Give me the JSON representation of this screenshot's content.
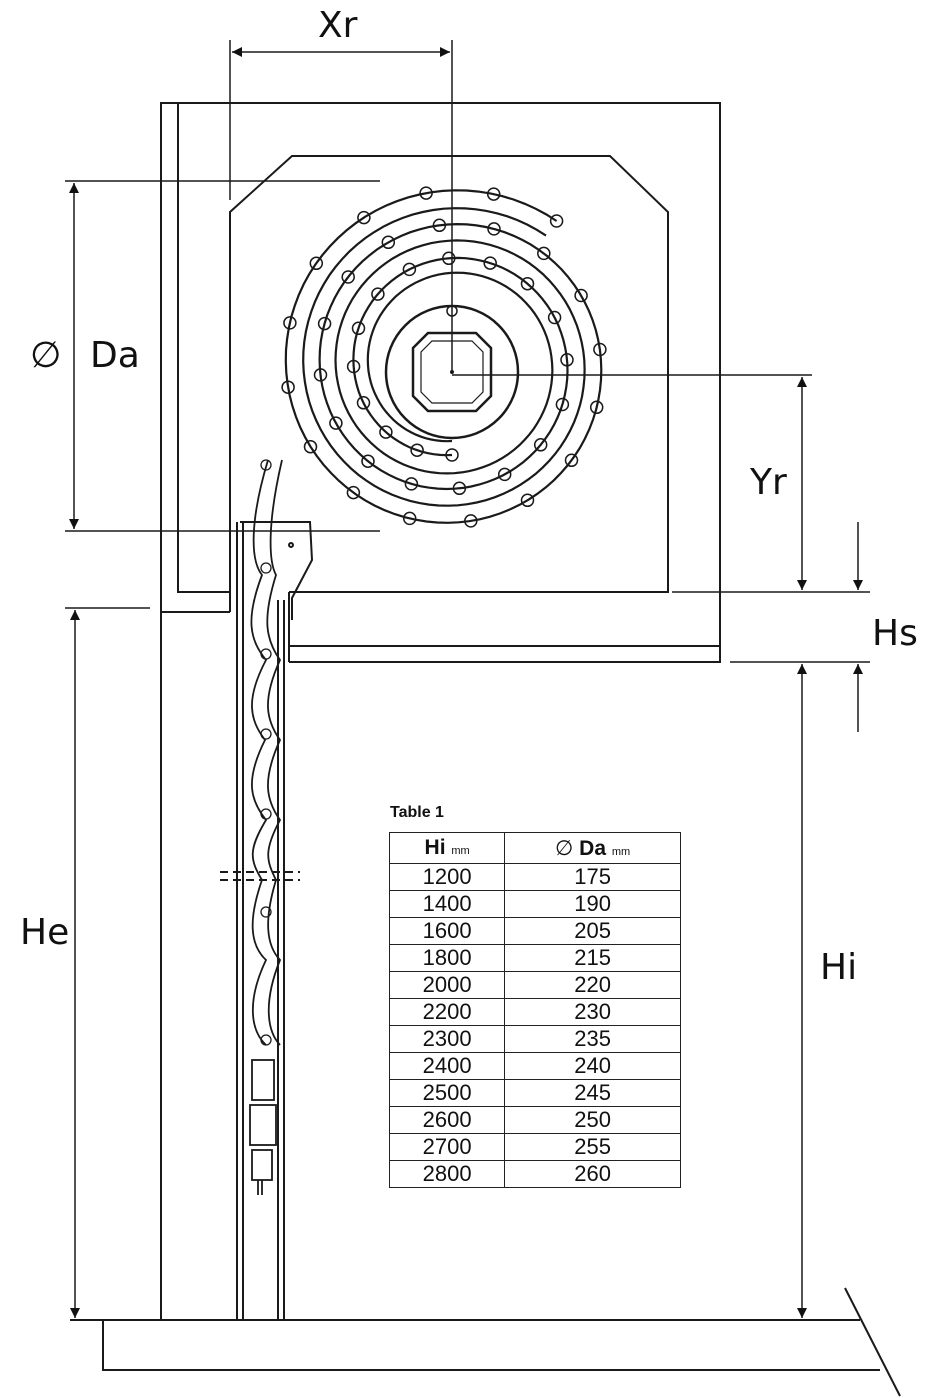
{
  "labels": {
    "xr": "Xr",
    "da_symbol": "∅",
    "da": "Da",
    "yr": "Yr",
    "hs": "Hs",
    "he": "He",
    "hi": "Hi"
  },
  "table": {
    "caption": "Table 1",
    "col1_symbol": "",
    "col1_main": "Hi",
    "col1_unit": "mm",
    "col2_symbol": "∅",
    "col2_main": "Da",
    "col2_unit": "mm",
    "rows": [
      [
        "1200",
        "175"
      ],
      [
        "1400",
        "190"
      ],
      [
        "1600",
        "205"
      ],
      [
        "1800",
        "215"
      ],
      [
        "2000",
        "220"
      ],
      [
        "2200",
        "230"
      ],
      [
        "2300",
        "235"
      ],
      [
        "2400",
        "240"
      ],
      [
        "2500",
        "245"
      ],
      [
        "2600",
        "250"
      ],
      [
        "2700",
        "255"
      ],
      [
        "2800",
        "260"
      ]
    ]
  },
  "colors": {
    "line": "#1a1a1a",
    "background": "#ffffff"
  }
}
